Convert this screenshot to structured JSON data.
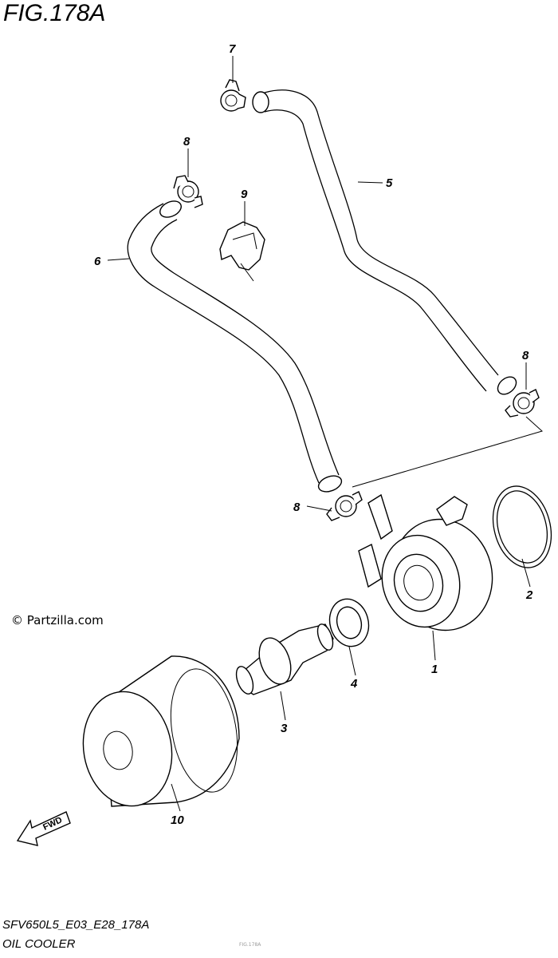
{
  "figure": {
    "title": "FIG.178A",
    "watermark": "© Partzilla.com",
    "drawing_code": "SFV650L5_E03_E28_178A",
    "caption": "OIL COOLER",
    "faint_text": "FIG.178A"
  },
  "fwd_label": "FWD",
  "callouts": [
    {
      "id": "c1",
      "label": "1"
    },
    {
      "id": "c2",
      "label": "2"
    },
    {
      "id": "c3",
      "label": "3"
    },
    {
      "id": "c4",
      "label": "4"
    },
    {
      "id": "c5",
      "label": "5"
    },
    {
      "id": "c6",
      "label": "6"
    },
    {
      "id": "c7",
      "label": "7"
    },
    {
      "id": "c8a",
      "label": "8"
    },
    {
      "id": "c8b",
      "label": "8"
    },
    {
      "id": "c8c",
      "label": "8"
    },
    {
      "id": "c9",
      "label": "9"
    },
    {
      "id": "c10",
      "label": "10"
    }
  ]
}
